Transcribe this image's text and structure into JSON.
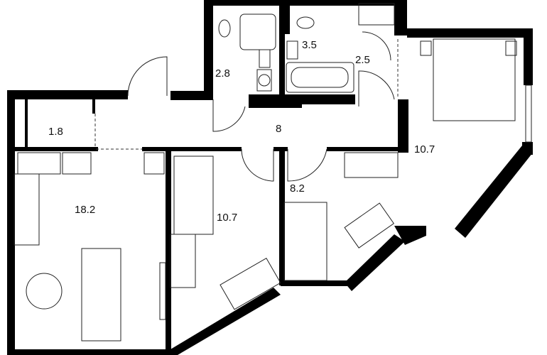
{
  "plan": {
    "rooms": [
      {
        "id": "closet",
        "area": "1.8"
      },
      {
        "id": "kitchen-living",
        "area": "18.2"
      },
      {
        "id": "bathroom-shower",
        "area": "2.8"
      },
      {
        "id": "bathroom-tub",
        "area": "3.5"
      },
      {
        "id": "wardrobe",
        "area": "2.5"
      },
      {
        "id": "hallway",
        "area": "8"
      },
      {
        "id": "bedroom-child",
        "area": "10.7"
      },
      {
        "id": "bedroom-small",
        "area": "8.2"
      },
      {
        "id": "bedroom-master",
        "area": "10.7"
      }
    ],
    "colors": {
      "wall": "#000000",
      "background": "#ffffff"
    }
  }
}
